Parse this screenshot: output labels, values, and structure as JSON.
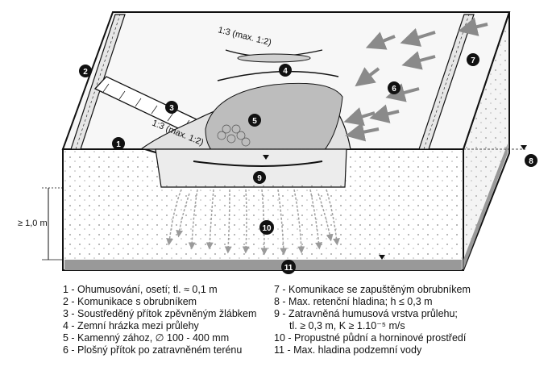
{
  "diagram": {
    "slope_upper": "1:3 (max. 1:2)",
    "slope_lower": "1:3 (max. 1:2)",
    "depth_label": "≥ 1,0 m",
    "markers": [
      "1",
      "2",
      "3",
      "4",
      "5",
      "6",
      "7",
      "8",
      "9",
      "10",
      "11"
    ]
  },
  "legend": {
    "left": [
      "1 - Ohumusování, osetí; tl. ≈ 0,1 m",
      "2 - Komunikace s obrubníkem",
      "3 - Soustředěný přítok zpěvněným žlábkem",
      "4 - Zemní hrázka mezi průlehy",
      "5 - Kamenný zához, ∅ 100 - 400 mm",
      "6 - Plošný přítok po zatravněném terénu"
    ],
    "right": [
      "7 - Komunikace se zapuštěným obrubníkem",
      "8 - Max. retenční hladina; h ≤ 0,3 m",
      "9 - Zatravněná humusová vrstva průlehu;",
      "tl. ≥ 0,3 m, K ≥ 1.10⁻⁵ m/s",
      "10 - Propustné půdní a horninové prostředí",
      "11 - Max. hladina podzemní vody"
    ]
  }
}
